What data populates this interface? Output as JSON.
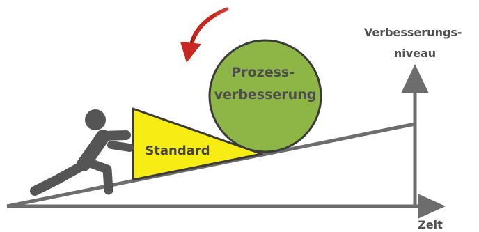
{
  "diagram": {
    "ball_label_line1": "Prozess-",
    "ball_label_line2": "verbesserung",
    "wedge_label": "Standard",
    "y_axis_label_line1": "Verbesserungs-",
    "y_axis_label_line2": "niveau",
    "x_axis_label": "Zeit",
    "colors": {
      "ball_fill": "#8db646",
      "ball_stroke": "#3a3a3a",
      "wedge_fill": "#f7ec13",
      "wedge_stroke": "#3a3a3a",
      "arrow_red": "#d3261c",
      "axis_gray": "#6d6d6d",
      "figure_gray": "#555555",
      "ball_text": "#4d4d4d",
      "wedge_text": "#444444",
      "axis_text": "#505050"
    },
    "icons": [
      "person-pushing-icon",
      "rotation-arrow-icon"
    ]
  }
}
